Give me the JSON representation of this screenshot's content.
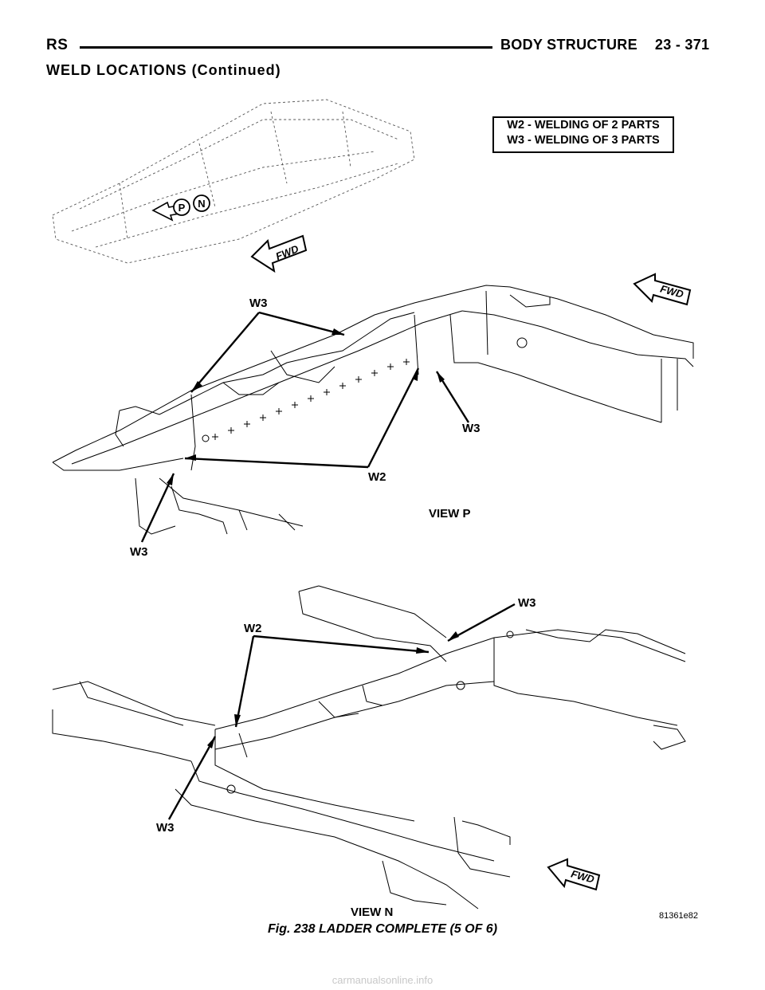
{
  "header": {
    "left": "RS",
    "title": "BODY STRUCTURE",
    "page": "23 - 371"
  },
  "section_title": "WELD LOCATIONS (Continued)",
  "legend": {
    "line1": "W2 - WELDING OF 2 PARTS",
    "line2": "W3 - WELDING OF 3 PARTS"
  },
  "inset": {
    "marker_p": "P",
    "marker_n": "N",
    "fwd": "FWD"
  },
  "view_p": {
    "title": "VIEW P",
    "fwd": "FWD",
    "callouts": [
      "W3",
      "W3",
      "W2",
      "W3"
    ]
  },
  "view_n": {
    "title": "VIEW N",
    "fwd": "FWD",
    "callouts": [
      "W3",
      "W2",
      "W3"
    ]
  },
  "caption": "Fig. 238 LADDER COMPLETE (5 OF 6)",
  "figure_id": "81361e82",
  "watermark": "carmanualsonline.info"
}
